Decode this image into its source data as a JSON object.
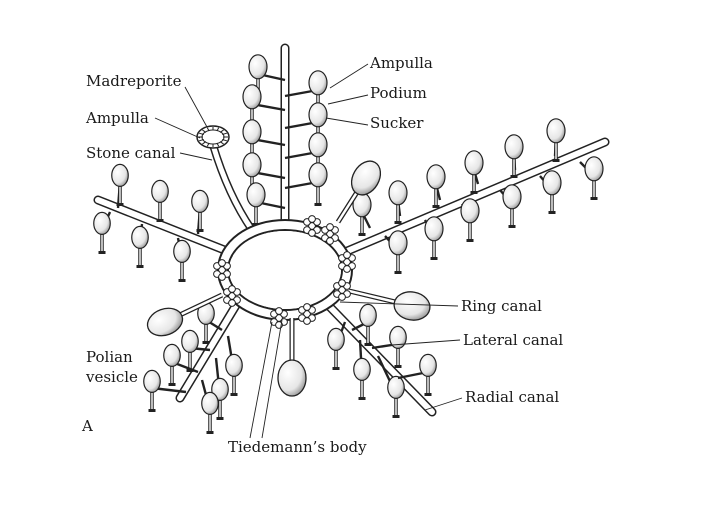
{
  "diagram": {
    "panel_letter": "A",
    "labels": {
      "madreporite": "Madreporite",
      "ampulla_left": "Ampulla",
      "stone_canal": "Stone canal",
      "ampulla_top": "Ampulla",
      "podium": "Podium",
      "sucker": "Sucker",
      "polian_line1": "Polian",
      "polian_line2": "vesicle",
      "ring_canal": "Ring canal",
      "lateral_canal": "Lateral canal",
      "radial_canal": "Radial canal",
      "tiedemann": "Tiedemann’s body"
    }
  }
}
